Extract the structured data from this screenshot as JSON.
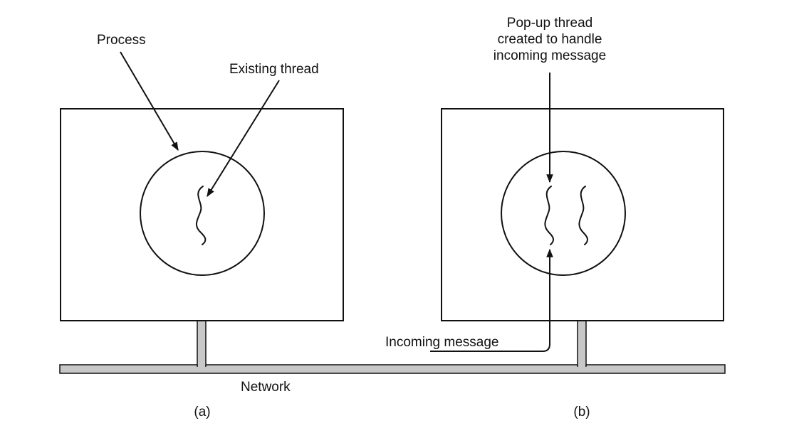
{
  "labels": {
    "process": "Process",
    "existing_thread": "Existing thread",
    "popup_line1": "Pop-up thread",
    "popup_line2": "created to handle",
    "popup_line3": "incoming message",
    "incoming_message": "Incoming message",
    "network": "Network",
    "panel_a": "(a)",
    "panel_b": "(b)"
  },
  "colors": {
    "stroke": "#111111",
    "network_fill": "#c8c8c8",
    "background": "#ffffff"
  }
}
